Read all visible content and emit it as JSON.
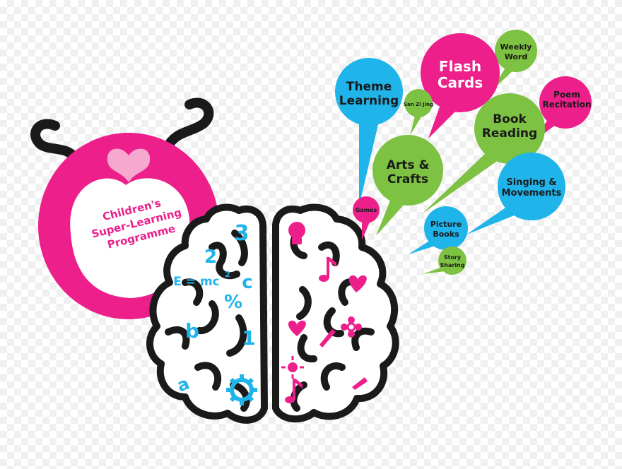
{
  "colors": {
    "magenta": "#ec1f8b",
    "green": "#7dc242",
    "cyan": "#1fb4ea",
    "dark": "#1a1a1a",
    "white": "#ffffff"
  },
  "logo": {
    "text_line1": "Children's",
    "text_line2": "Super-Learning",
    "text_line3": "Programme"
  },
  "bubbles": [
    {
      "key": "weekly_word",
      "line1": "Weekly",
      "line2": "Word",
      "color": "#7dc242"
    },
    {
      "key": "flash_cards",
      "line1": "Flash",
      "line2": "Cards",
      "color": "#ec1f8b"
    },
    {
      "key": "theme_learning",
      "line1": "Theme",
      "line2": "Learning",
      "color": "#1fb4ea"
    },
    {
      "key": "san_zi_jing",
      "line1": "San Zi Jing",
      "line2": "",
      "color": "#7dc242"
    },
    {
      "key": "poem_recitation",
      "line1": "Poem",
      "line2": "Recitation",
      "color": "#ec1f8b"
    },
    {
      "key": "book_reading",
      "line1": "Book",
      "line2": "Reading",
      "color": "#7dc242"
    },
    {
      "key": "arts_crafts",
      "line1": "Arts &",
      "line2": "Crafts",
      "color": "#7dc242"
    },
    {
      "key": "singing_movements",
      "line1": "Singing &",
      "line2": "Movements",
      "color": "#1fb4ea"
    },
    {
      "key": "games",
      "line1": "Games",
      "line2": "",
      "color": "#ec1f8b"
    },
    {
      "key": "picture_books",
      "line1": "Picture",
      "line2": "Books",
      "color": "#1fb4ea"
    },
    {
      "key": "story_sharing",
      "line1": "Story",
      "line2": "Sharing",
      "color": "#7dc242"
    }
  ],
  "brain_left_symbols": {
    "three": "3",
    "two": "2",
    "formula": "E = mc",
    "exponent": "2",
    "c": "c",
    "percent": "%",
    "b": "b",
    "one": "1",
    "a": "a"
  },
  "brain_right_icons": [
    "lightbulb-icon",
    "music-note-icon",
    "heart-icon",
    "flower-icon",
    "sun-icon",
    "music-note-icon",
    "paintbrush-icon",
    "pencil-icon"
  ]
}
